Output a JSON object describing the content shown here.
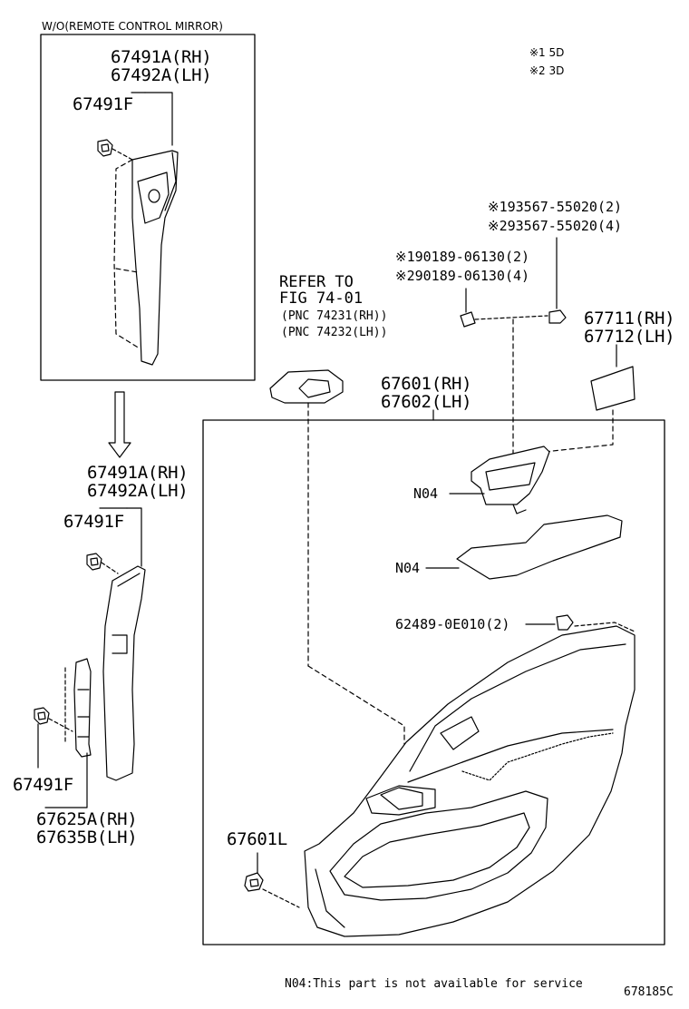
{
  "inset": {
    "title": "W/O(REMOTE CONTROL MIRROR)",
    "part_rh": "67491A(RH)",
    "part_lh": "67492A(LH)",
    "clip": "67491F"
  },
  "notes": {
    "note1": "※1 5D",
    "note2": "※2 3D"
  },
  "left_assy": {
    "part_rh": "67491A(RH)",
    "part_lh": "67492A(LH)",
    "clip_top": "67491F",
    "clip_bottom": "67491F",
    "bracket_rh": "67625A(RH)",
    "bracket_lh": "67635B(LH)"
  },
  "screws": {
    "screw1": "※193567-55020(2)",
    "screw2": "※293567-55020(4)",
    "nut1": "※190189-06130(2)",
    "nut2": "※290189-06130(4)"
  },
  "reference": {
    "line1": "REFER TO",
    "line2": "FIG 74-01",
    "pnc_rh": "(PNC 74231(RH))",
    "pnc_lh": "(PNC 74232(LH))"
  },
  "door_panel": {
    "pad_rh": "67711(RH)",
    "pad_lh": "67712(LH)",
    "board_rh": "67601(RH)",
    "board_lh": "67602(LH)",
    "n04_a": "N04",
    "n04_b": "N04",
    "clip_code": "62489-0E010(2)",
    "clip_l": "67601L"
  },
  "footer": {
    "note": "N04:This part is not available for service",
    "fig_id": "678185C"
  }
}
